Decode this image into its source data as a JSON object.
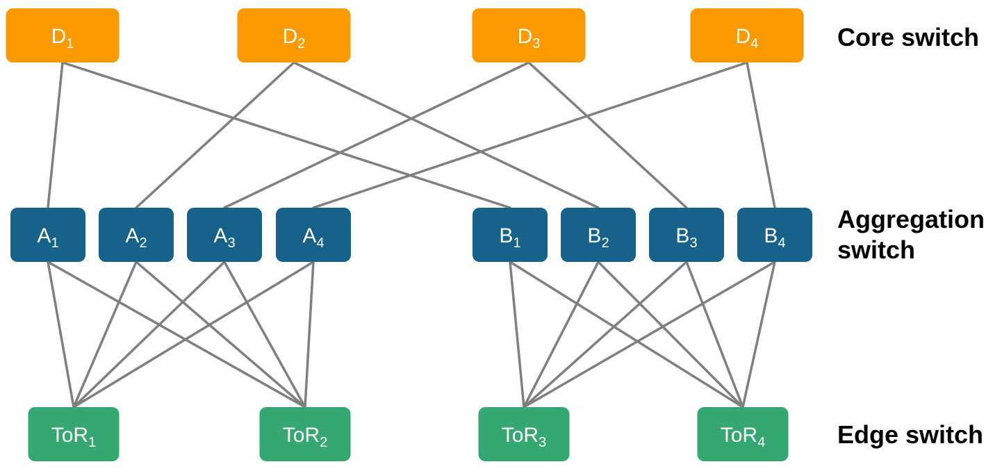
{
  "colors": {
    "core": "#fb9a00",
    "aggregation": "#16628a",
    "edge": "#35a771",
    "link": "#7f7f7f"
  },
  "layers": {
    "core": "Core switch",
    "aggregation": [
      "Aggregation",
      "switch"
    ],
    "edge": "Edge switch"
  },
  "nodes": {
    "core": [
      {
        "id": "D1",
        "base": "D",
        "sub": "1"
      },
      {
        "id": "D2",
        "base": "D",
        "sub": "2"
      },
      {
        "id": "D3",
        "base": "D",
        "sub": "3"
      },
      {
        "id": "D4",
        "base": "D",
        "sub": "4"
      }
    ],
    "aggregation": [
      {
        "id": "A1",
        "base": "A",
        "sub": "1"
      },
      {
        "id": "A2",
        "base": "A",
        "sub": "2"
      },
      {
        "id": "A3",
        "base": "A",
        "sub": "3"
      },
      {
        "id": "A4",
        "base": "A",
        "sub": "4"
      },
      {
        "id": "B1",
        "base": "B",
        "sub": "1"
      },
      {
        "id": "B2",
        "base": "B",
        "sub": "2"
      },
      {
        "id": "B3",
        "base": "B",
        "sub": "3"
      },
      {
        "id": "B4",
        "base": "B",
        "sub": "4"
      }
    ],
    "edge": [
      {
        "id": "ToR1",
        "base": "ToR",
        "sub": "1"
      },
      {
        "id": "ToR2",
        "base": "ToR",
        "sub": "2"
      },
      {
        "id": "ToR3",
        "base": "ToR",
        "sub": "3"
      },
      {
        "id": "ToR4",
        "base": "ToR",
        "sub": "4"
      }
    ]
  },
  "links": [
    [
      "D1",
      "A1"
    ],
    [
      "D1",
      "B1"
    ],
    [
      "D2",
      "A2"
    ],
    [
      "D2",
      "B2"
    ],
    [
      "D3",
      "A3"
    ],
    [
      "D3",
      "B3"
    ],
    [
      "D4",
      "A4"
    ],
    [
      "D4",
      "B4"
    ],
    [
      "A1",
      "ToR1"
    ],
    [
      "A1",
      "ToR2"
    ],
    [
      "A2",
      "ToR1"
    ],
    [
      "A2",
      "ToR2"
    ],
    [
      "A3",
      "ToR1"
    ],
    [
      "A3",
      "ToR2"
    ],
    [
      "A4",
      "ToR1"
    ],
    [
      "A4",
      "ToR2"
    ],
    [
      "B1",
      "ToR3"
    ],
    [
      "B1",
      "ToR4"
    ],
    [
      "B2",
      "ToR3"
    ],
    [
      "B2",
      "ToR4"
    ],
    [
      "B3",
      "ToR3"
    ],
    [
      "B3",
      "ToR4"
    ],
    [
      "B4",
      "ToR3"
    ],
    [
      "B4",
      "ToR4"
    ]
  ]
}
